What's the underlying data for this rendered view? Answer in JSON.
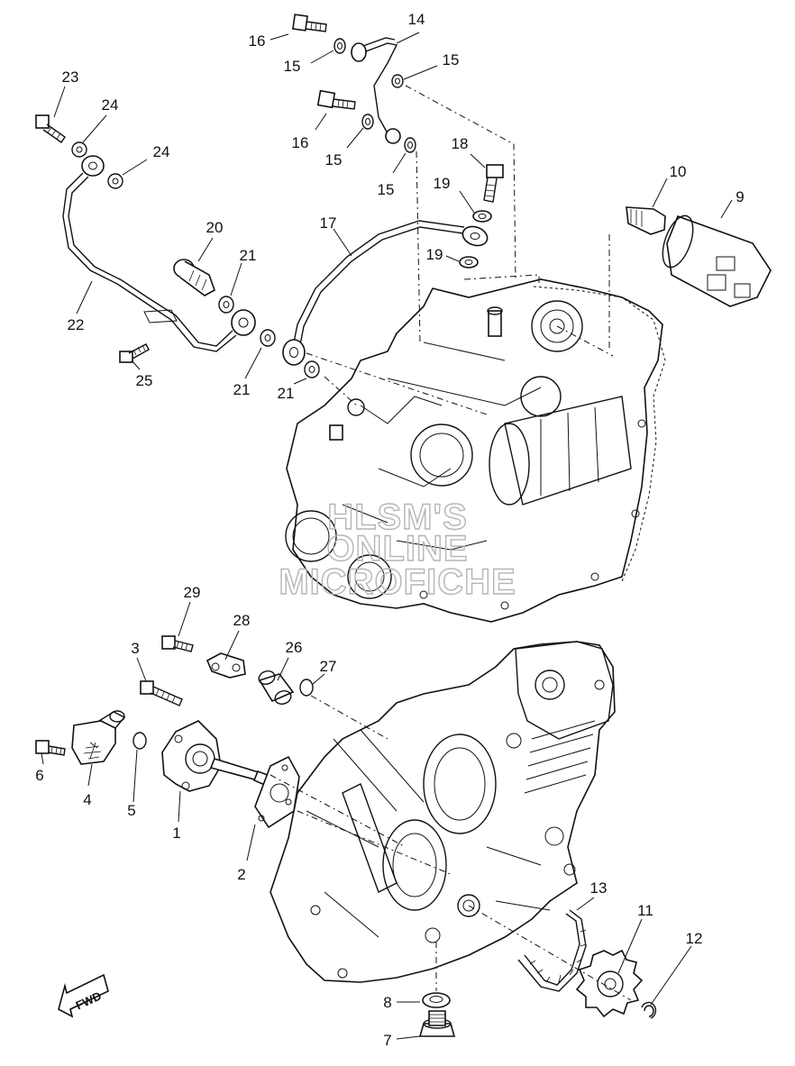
{
  "diagram": {
    "part_numbers": [
      "1",
      "2",
      "3",
      "4",
      "5",
      "6",
      "7",
      "8",
      "9",
      "10",
      "11",
      "12",
      "13",
      "14",
      "15",
      "16",
      "17",
      "18",
      "19",
      "20",
      "21",
      "22",
      "23",
      "24",
      "25",
      "26",
      "27",
      "28",
      "29"
    ],
    "callouts": [
      {
        "text": "16"
      },
      {
        "text": "14"
      },
      {
        "text": "15"
      },
      {
        "text": "15"
      },
      {
        "text": "16"
      },
      {
        "text": "15"
      },
      {
        "text": "15"
      },
      {
        "text": "18"
      },
      {
        "text": "19"
      },
      {
        "text": "19"
      },
      {
        "text": "10"
      },
      {
        "text": "9"
      },
      {
        "text": "17"
      },
      {
        "text": "23"
      },
      {
        "text": "24"
      },
      {
        "text": "24"
      },
      {
        "text": "20"
      },
      {
        "text": "21"
      },
      {
        "text": "22"
      },
      {
        "text": "21"
      },
      {
        "text": "21"
      },
      {
        "text": "25"
      },
      {
        "text": "29"
      },
      {
        "text": "28"
      },
      {
        "text": "3"
      },
      {
        "text": "26"
      },
      {
        "text": "27"
      },
      {
        "text": "6"
      },
      {
        "text": "4"
      },
      {
        "text": "5"
      },
      {
        "text": "1"
      },
      {
        "text": "2"
      },
      {
        "text": "13"
      },
      {
        "text": "11"
      },
      {
        "text": "12"
      },
      {
        "text": "8"
      },
      {
        "text": "7"
      }
    ],
    "watermark_lines": [
      "HLSM'S",
      "ONLINE",
      "MICROFICHE"
    ],
    "fwd_label": "FWD"
  }
}
